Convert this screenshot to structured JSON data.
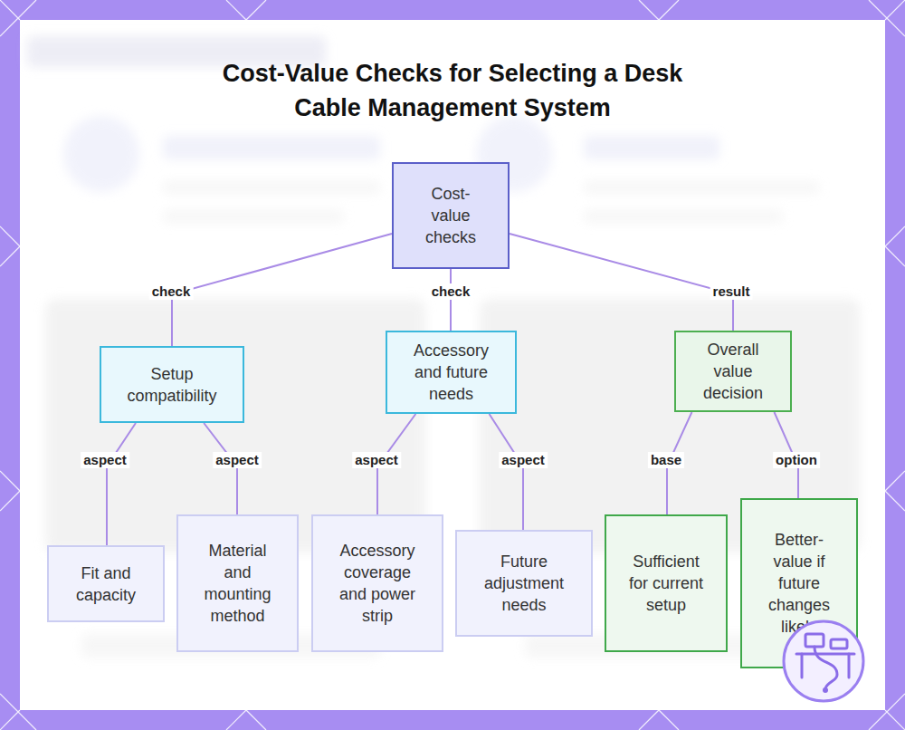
{
  "diagram": {
    "title": "Cost-Value Checks for Selecting a Desk Cable Management System",
    "nodes": [
      {
        "text": [
          "Cost-value checks"
        ]
      },
      {
        "text": [
          "Setup compatibility"
        ]
      },
      {
        "text": [
          "Accessory and future needs"
        ]
      },
      {
        "text": [
          "Overall value decision"
        ]
      },
      {
        "text": [
          "Fit and capacity"
        ]
      },
      {
        "text": [
          "Material and mounting method"
        ]
      },
      {
        "text": [
          "Accessory coverage and power strip"
        ]
      },
      {
        "text": [
          "Future adjustment needs"
        ]
      },
      {
        "text": [
          "Sufficient for current setup"
        ]
      },
      {
        "text": [
          "Better-value if future changes likely"
        ]
      }
    ],
    "edges": [
      {
        "from": 0,
        "to": 1,
        "label": "check",
        "arrow": "none"
      },
      {
        "from": 0,
        "to": 2,
        "label": "check",
        "arrow": "none"
      },
      {
        "from": 0,
        "to": 3,
        "label": "result",
        "arrow": "none"
      },
      {
        "from": 1,
        "to": 4,
        "label": "aspect",
        "arrow": "none"
      },
      {
        "from": 1,
        "to": 5,
        "label": "aspect",
        "arrow": "none"
      },
      {
        "from": 2,
        "to": 6,
        "label": "aspect",
        "arrow": "none"
      },
      {
        "from": 2,
        "to": 7,
        "label": "aspect",
        "arrow": "none"
      },
      {
        "from": 3,
        "to": 8,
        "label": "base",
        "arrow": "none"
      },
      {
        "from": 3,
        "to": 9,
        "label": "option",
        "arrow": "none"
      }
    ]
  }
}
